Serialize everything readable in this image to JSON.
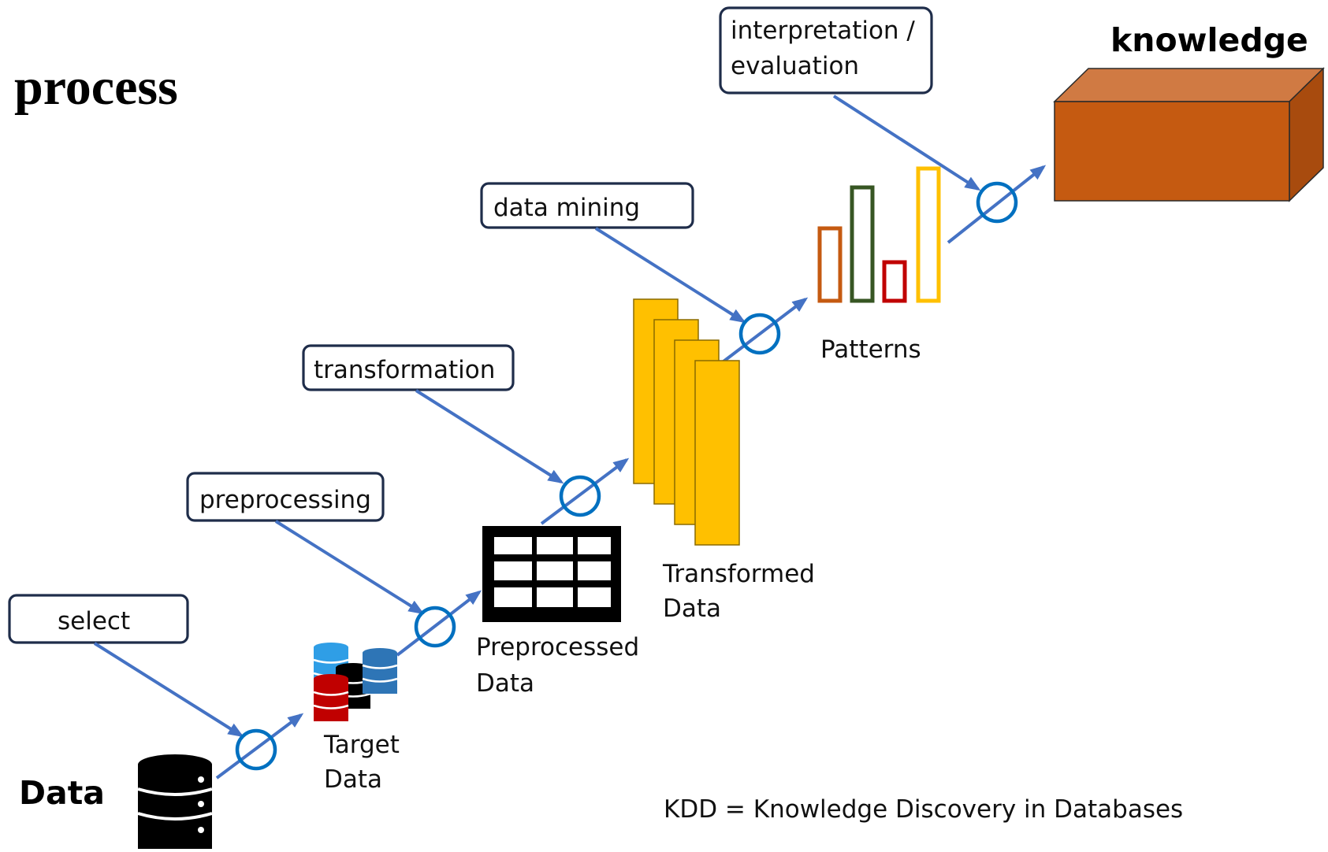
{
  "titles": {
    "process": "process",
    "data": "Data",
    "knowledge": "knowledge"
  },
  "steps": {
    "select": "select",
    "preprocessing": "preprocessing",
    "transformation": "transformation",
    "data_mining": "data mining",
    "interpretation_line1": "interpretation /",
    "interpretation_line2": "evaluation"
  },
  "stages": {
    "target_line1": "Target",
    "target_line2": "Data",
    "preprocessed_line1": "Preprocessed",
    "preprocessed_line2": "Data",
    "transformed_line1": "Transformed",
    "transformed_line2": "Data",
    "patterns": "Patterns"
  },
  "footnote": "KDD = Knowledge Discovery in Databases",
  "colors": {
    "arrow": "#4472c4",
    "ring": "#0070c0",
    "transformed_fill": "#ffc000",
    "knowledge_front": "#c55a11",
    "knowledge_top": "#d07a43",
    "knowledge_side": "#a84b0e",
    "pattern_bars": [
      "#c55a11",
      "#375623",
      "#c00000",
      "#ffc000"
    ],
    "target_db": [
      "#2f9ee6",
      "#000000",
      "#2e75b6",
      "#c00000"
    ]
  }
}
